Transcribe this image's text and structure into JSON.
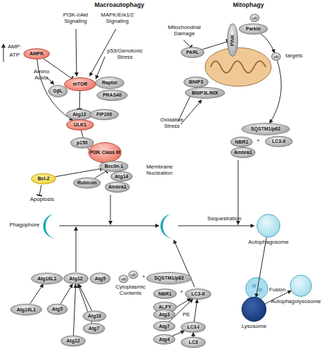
{
  "diagram": {
    "nodes": [
      {
        "text": [
          "AMPK"
        ]
      },
      {
        "text": [
          "GβL"
        ]
      },
      {
        "text": [
          "mTOR"
        ]
      },
      {
        "text": [
          "Raptor"
        ]
      },
      {
        "text": [
          "PRAS40"
        ]
      },
      {
        "text": [
          "Atg13"
        ]
      },
      {
        "text": [
          "FIP200"
        ]
      },
      {
        "text": [
          "ULK1"
        ]
      },
      {
        "text": [
          "p150"
        ]
      },
      {
        "text": [
          "PI3K Class III"
        ]
      },
      {
        "text": [
          "Beclin-1"
        ]
      },
      {
        "text": [
          "Atg14"
        ]
      },
      {
        "text": [
          "Bcl-2"
        ]
      },
      {
        "text": [
          "Rubicon"
        ]
      },
      {
        "text": [
          "Ambra1"
        ]
      },
      {
        "text": [
          "PARL"
        ]
      },
      {
        "text": [
          "BNIP3"
        ]
      },
      {
        "text": [
          "BNIP3L/NIX"
        ]
      },
      {
        "text": [
          "PINK"
        ]
      },
      {
        "text": [
          "Parkin"
        ]
      },
      {
        "text": [
          "ub"
        ]
      },
      {
        "text": [
          "ub"
        ]
      },
      {
        "text": [
          "SQSTM1/p62"
        ]
      },
      {
        "text": [
          "NBR1"
        ]
      },
      {
        "text": [
          "LC3-II"
        ]
      },
      {
        "text": [
          "Ambra1"
        ]
      },
      {
        "text": [
          "Atg16L1"
        ]
      },
      {
        "text": [
          "Atg12"
        ]
      },
      {
        "text": [
          "Atg5"
        ]
      },
      {
        "text": [
          "Atg16L1"
        ]
      },
      {
        "text": [
          "Atg5"
        ]
      },
      {
        "text": [
          "Atg10"
        ]
      },
      {
        "text": [
          "Atg7"
        ]
      },
      {
        "text": [
          "Atg12"
        ]
      },
      {
        "text": [
          "ub"
        ]
      },
      {
        "text": [
          "ub"
        ]
      },
      {
        "text": [
          "SQSTM1/p62"
        ]
      },
      {
        "text": [
          "NBR1"
        ]
      },
      {
        "text": [
          "ALFY"
        ]
      },
      {
        "text": [
          "LC3-II"
        ]
      },
      {
        "text": [
          "Atg3"
        ]
      },
      {
        "text": [
          "Atg7"
        ]
      },
      {
        "text": [
          "LC3-I"
        ]
      },
      {
        "text": [
          "Atg4"
        ]
      },
      {
        "text": [
          "LC3"
        ]
      },
      {
        "text": [
          "Autophagosome"
        ]
      },
      {
        "text": [
          "Lysosome"
        ]
      },
      {
        "text": [
          "Autophagolysosome"
        ]
      }
    ],
    "edges": [
      {
        "from": 0,
        "to": 2,
        "arrow": "to"
      },
      {
        "from": 0,
        "to": 7,
        "arrow": "to"
      },
      {
        "from": 2,
        "to": 5,
        "arrow": "to"
      },
      {
        "from": 7,
        "to": 10,
        "arrow": "to"
      },
      {
        "from": 12,
        "to": 10,
        "arrow": "to"
      },
      {
        "from": 13,
        "to": 10,
        "arrow": "to"
      },
      {
        "from": 15,
        "to": 18,
        "arrow": "to"
      },
      {
        "from": 19,
        "to": 21,
        "arrow": "to"
      },
      {
        "from": 21,
        "to": 22,
        "arrow": "to"
      },
      {
        "from": 29,
        "to": 26,
        "arrow": "to"
      },
      {
        "from": 33,
        "to": 27,
        "arrow": "to"
      },
      {
        "from": 30,
        "to": 27,
        "arrow": "to"
      },
      {
        "from": 31,
        "to": 27,
        "arrow": "to"
      },
      {
        "from": 32,
        "to": 27,
        "arrow": "to"
      },
      {
        "from": 44,
        "to": 42,
        "arrow": "to"
      },
      {
        "from": 43,
        "to": 42,
        "arrow": "to"
      },
      {
        "from": 42,
        "to": 39,
        "arrow": "to"
      },
      {
        "from": 40,
        "to": 39,
        "arrow": "to"
      },
      {
        "from": 41,
        "to": 39,
        "arrow": "to"
      },
      {
        "from": 45,
        "to": 46,
        "arrow": "to"
      },
      {
        "from": 46,
        "to": 47,
        "label": "Fusion",
        "arrow": "to"
      }
    ],
    "labels": [
      "Macroautophagy",
      "PI3K-I/Akt Signaling",
      "MAPK/Erk1/2 Signaling",
      "p53/Genotoxic Stress",
      "Amino Acids",
      "AMP:",
      "ATP",
      "Apoptosis",
      "Membrane Nucleation",
      "Phagophore",
      "Cytoplasmic Contents",
      "+",
      "+",
      "PE",
      "Sequestration",
      "Mitophagy",
      "Mitochondrial Damage",
      "Oxidative Stress",
      "targets",
      "+"
    ]
  }
}
